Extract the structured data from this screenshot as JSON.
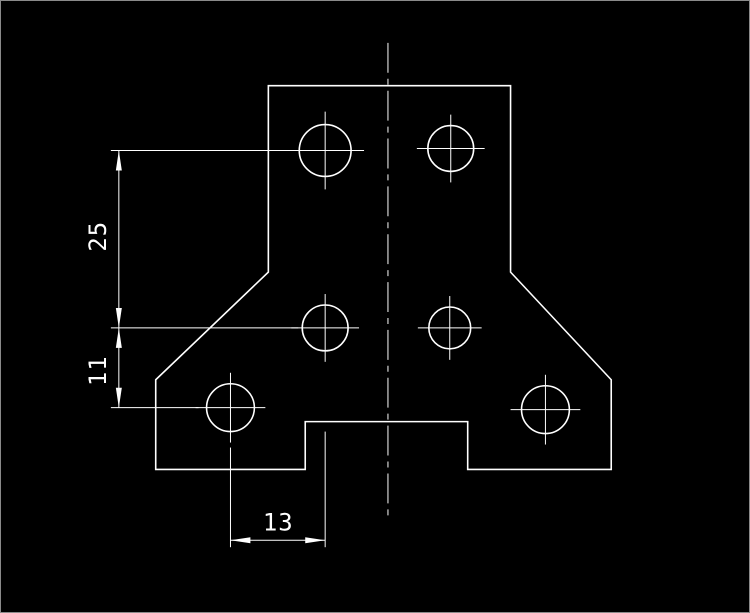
{
  "drawing": {
    "background_color": "#000000",
    "line_color": "#ffffff",
    "dimensions": {
      "dim_25": "25",
      "dim_11": "11",
      "dim_13": "13"
    }
  }
}
